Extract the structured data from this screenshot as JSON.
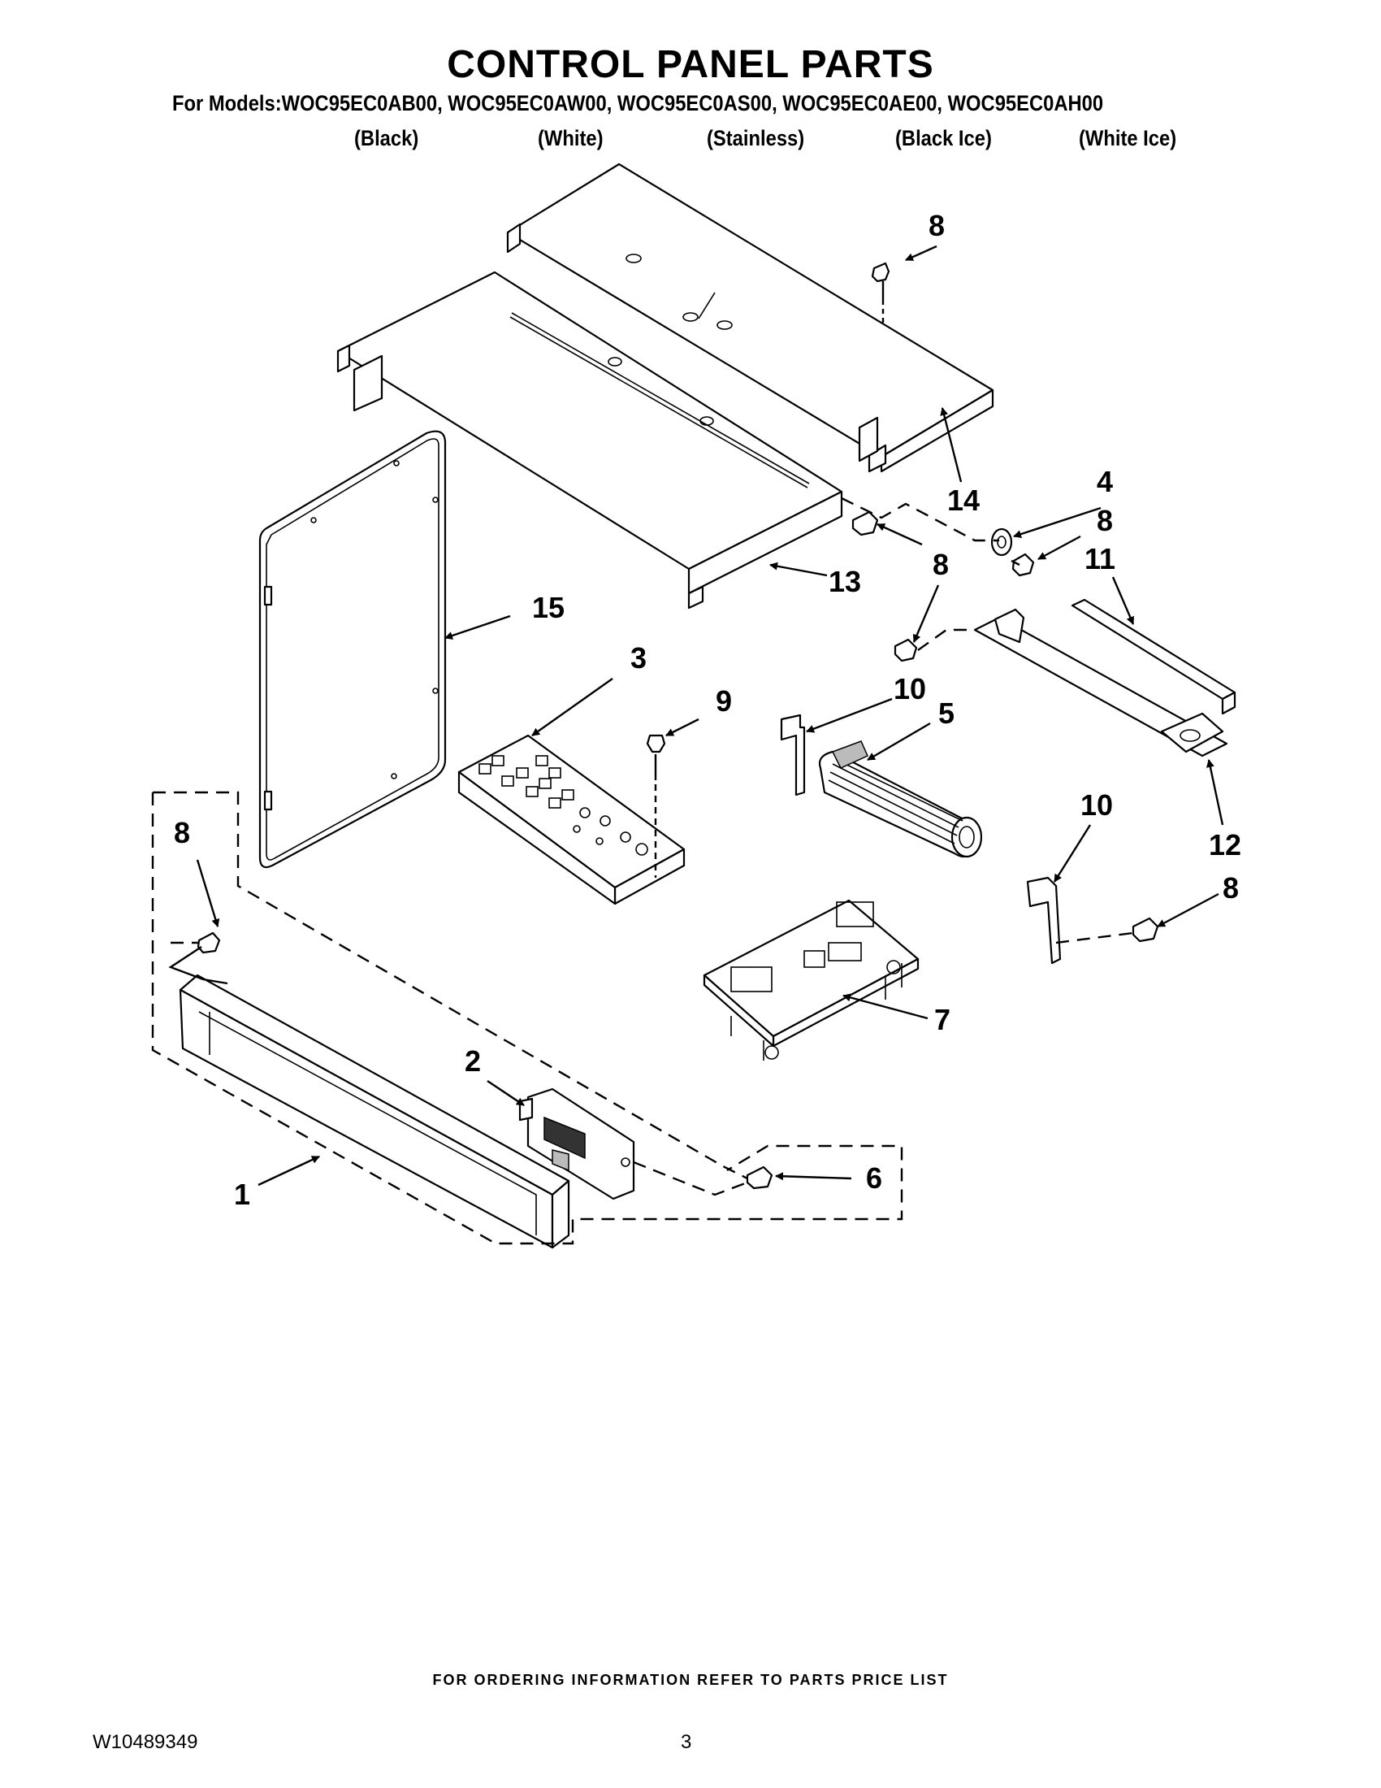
{
  "header": {
    "title": "CONTROL PANEL PARTS",
    "models_line": "For Models:WOC95EC0AB00, WOC95EC0AW00, WOC95EC0AS00, WOC95EC0AE00, WOC95EC0AH00",
    "colors": [
      "(Black)",
      "(White)",
      "(Stainless)",
      "(Black Ice)",
      "(White Ice)"
    ]
  },
  "callouts": [
    "1",
    "2",
    "3",
    "4",
    "5",
    "6",
    "7",
    "8",
    "9",
    "10",
    "11",
    "12",
    "13",
    "14",
    "15"
  ],
  "footer": {
    "ordering_note": "FOR ORDERING INFORMATION REFER TO PARTS PRICE LIST",
    "document_number": "W10489349",
    "page_number": "3"
  }
}
